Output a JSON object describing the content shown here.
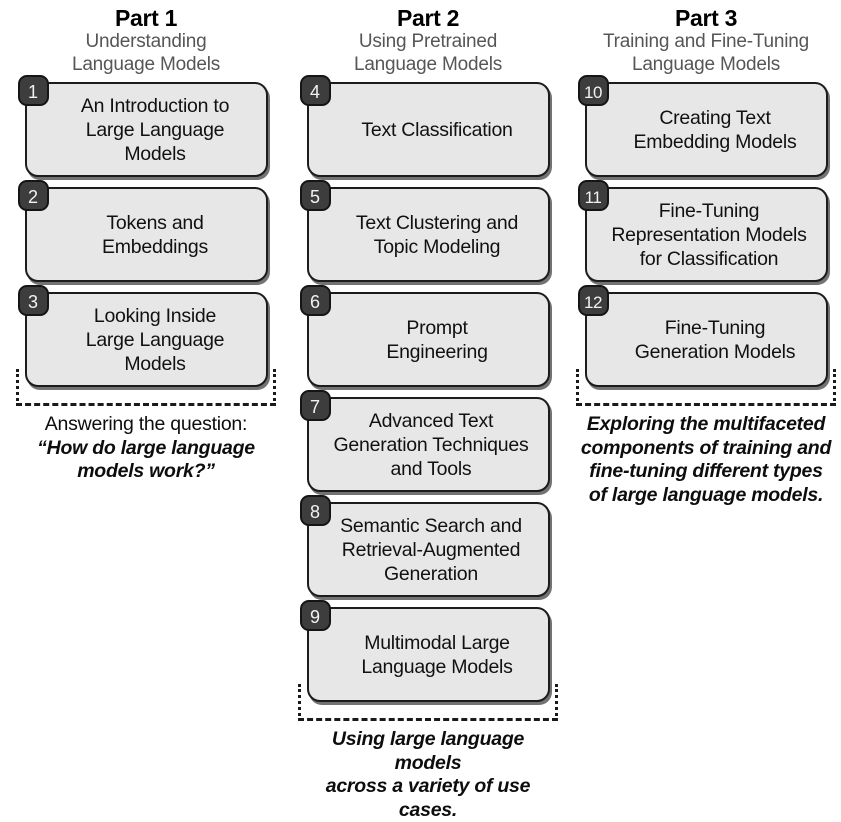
{
  "diagram": {
    "title": "Book parts and chapters overview",
    "colors": {
      "box_fill": "#e7e7e7",
      "box_border": "#1c1c1c",
      "badge_fill": "#3d3d3d",
      "badge_text": "#f2f2f2",
      "subtitle_text": "#565656",
      "dashed_border": "#1a1a1a"
    },
    "columns": [
      {
        "id": "part-1",
        "part_label": "Part 1",
        "part_subtitle": "Understanding\nLanguage Models",
        "chapters": [
          {
            "number": "1",
            "title": "An Introduction to\nLarge Language Models"
          },
          {
            "number": "2",
            "title": "Tokens and\nEmbeddings"
          },
          {
            "number": "3",
            "title": "Looking Inside\nLarge Language Models"
          }
        ],
        "caption_lead": "Answering the question:",
        "caption_italic": "“How do large language\nmodels work?”"
      },
      {
        "id": "part-2",
        "part_label": "Part 2",
        "part_subtitle": "Using Pretrained\nLanguage Models",
        "chapters": [
          {
            "number": "4",
            "title": "Text Classification"
          },
          {
            "number": "5",
            "title": "Text Clustering and\nTopic Modeling"
          },
          {
            "number": "6",
            "title": "Prompt\nEngineering"
          },
          {
            "number": "7",
            "title": "Advanced Text\nGeneration Techniques\nand Tools"
          },
          {
            "number": "8",
            "title": "Semantic Search and\nRetrieval-Augmented\nGeneration"
          },
          {
            "number": "9",
            "title": "Multimodal Large\nLanguage Models"
          }
        ],
        "caption_lead": "",
        "caption_italic": "Using large language models\nacross a variety of use cases."
      },
      {
        "id": "part-3",
        "part_label": "Part 3",
        "part_subtitle": "Training and Fine-Tuning\nLanguage Models",
        "chapters": [
          {
            "number": "10",
            "title": "Creating Text\nEmbedding Models"
          },
          {
            "number": "11",
            "title": "Fine-Tuning\nRepresentation Models\nfor Classification"
          },
          {
            "number": "12",
            "title": "Fine-Tuning\nGeneration Models"
          }
        ],
        "caption_lead": "",
        "caption_italic": "Exploring the multifaceted\ncomponents of training and\nfine-tuning different types\nof large language models."
      }
    ]
  }
}
